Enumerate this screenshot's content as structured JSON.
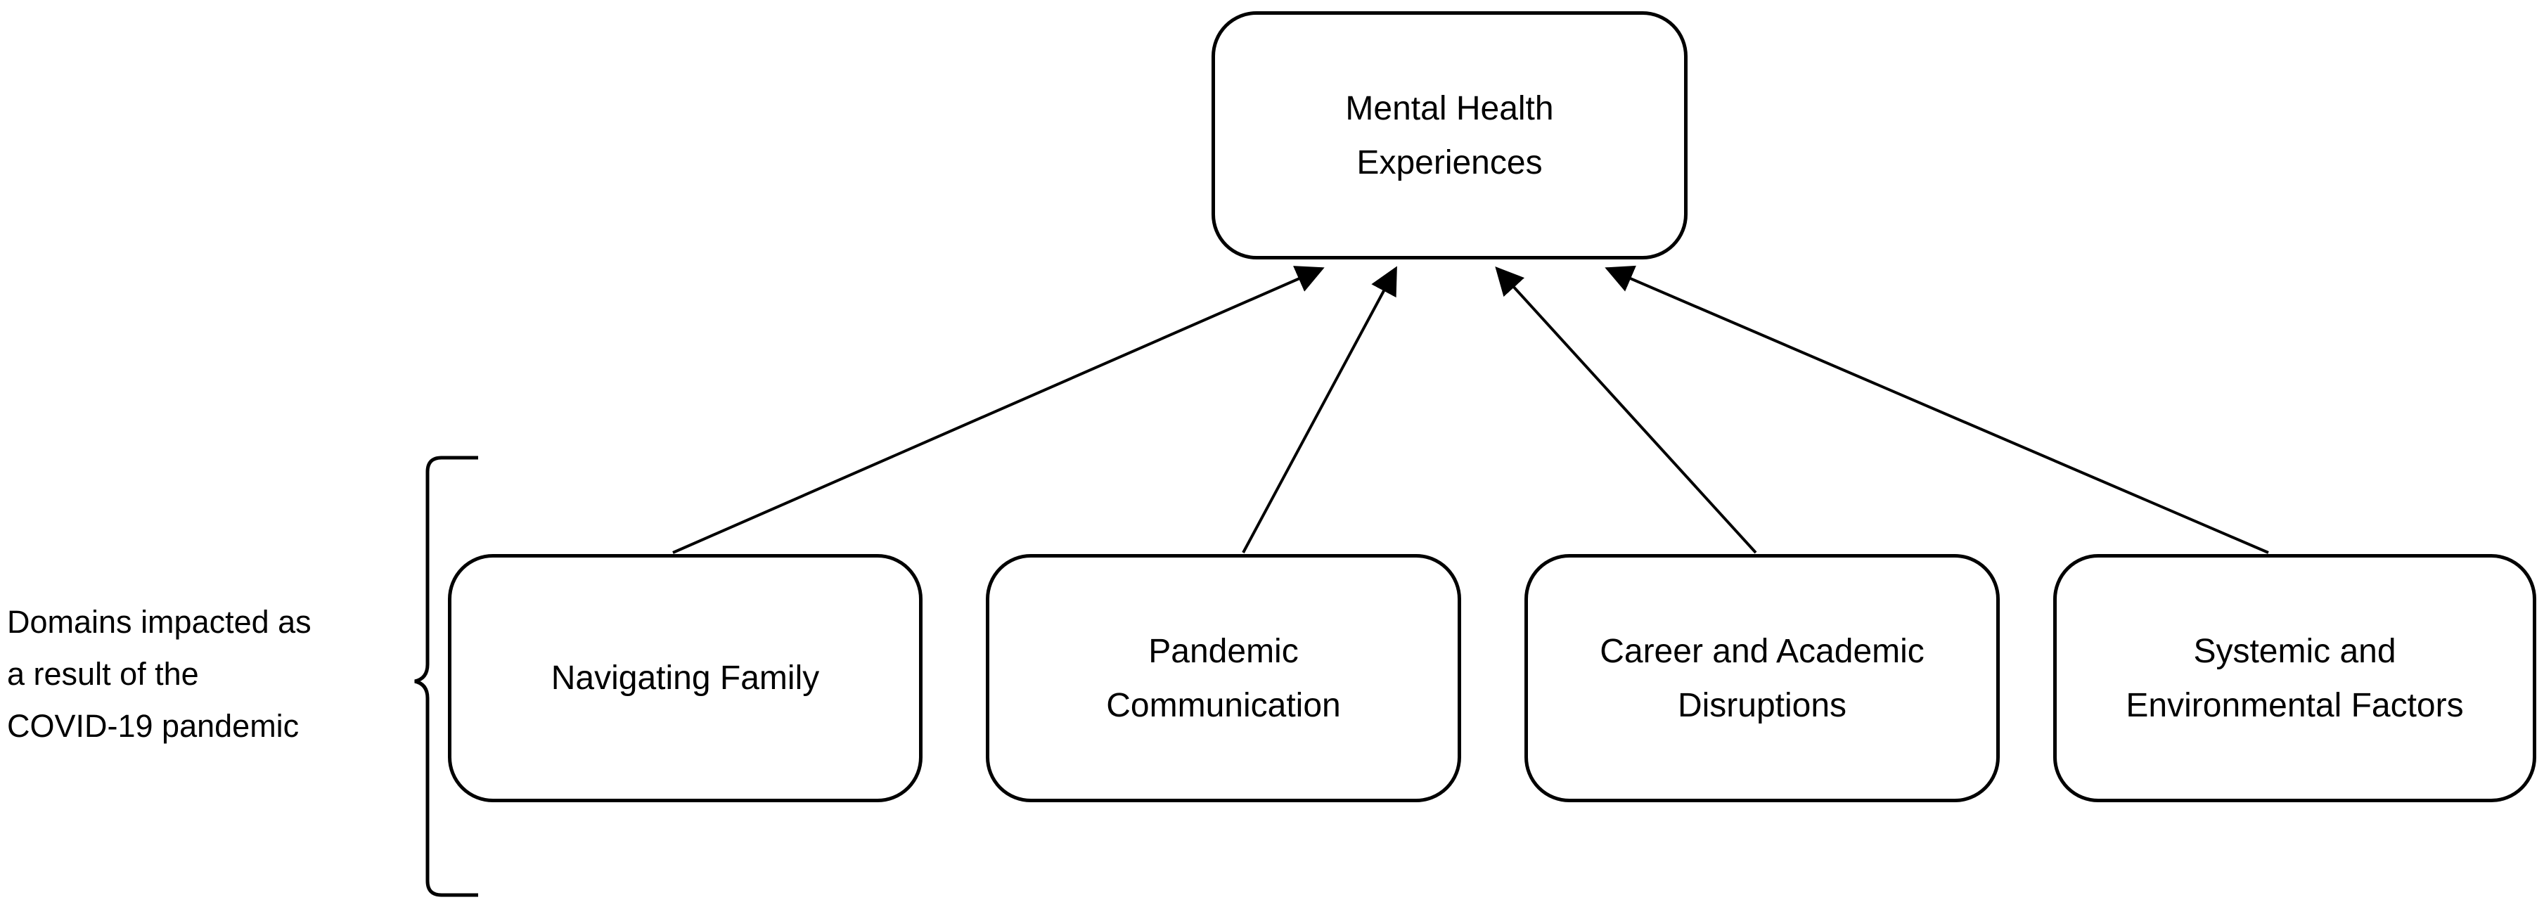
{
  "diagram": {
    "top_node": {
      "lines": [
        "Mental Health",
        "Experiences"
      ]
    },
    "domain_nodes": [
      {
        "lines": [
          "Navigating Family"
        ]
      },
      {
        "lines": [
          "Pandemic",
          "Communication"
        ]
      },
      {
        "lines": [
          "Career and Academic",
          "Disruptions"
        ]
      },
      {
        "lines": [
          "Systemic and",
          "Environmental Factors"
        ]
      }
    ],
    "side_note": {
      "lines": [
        "Domains impacted as",
        "a result of the",
        "COVID-19 pandemic"
      ]
    },
    "colors": {
      "stroke": "#000000",
      "fill": "#ffffff"
    }
  }
}
